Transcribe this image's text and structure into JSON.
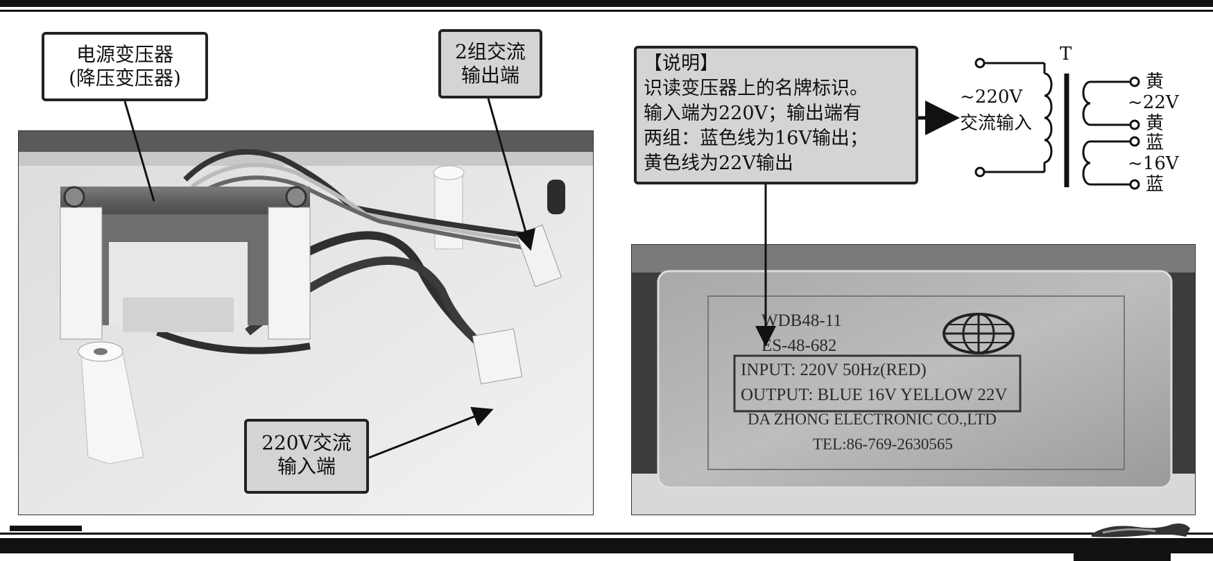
{
  "labels": {
    "transformer": [
      "电源变压器",
      "(降压变压器)"
    ],
    "output_terminal": [
      "2组交流",
      "输出端"
    ],
    "input_terminal": [
      "220V交流",
      "输入端"
    ]
  },
  "note": {
    "lines": [
      "【说明】",
      "识读变压器上的名牌标识。",
      "输入端为220V；输出端有",
      "两组：蓝色线为16V输出；",
      "黄色线为22V输出"
    ]
  },
  "diagram": {
    "designator": "T",
    "input_voltage": "~220V",
    "input_label": "交流输入",
    "out1_top": "黄",
    "out1_voltage": "~22V",
    "out1_bottom": "黄",
    "out2_top": "蓝",
    "out2_voltage": "~16V",
    "out2_bottom": "蓝"
  },
  "nameplate": {
    "model": "WDB48-11",
    "code": "ES-48-682",
    "input": "INPUT: 220V  50Hz(RED)",
    "output": "OUTPUT: BLUE 16V YELLOW 22V",
    "maker": "DA ZHONG ELECTRONIC CO.,LTD",
    "tel": "TEL:86-769-2630565"
  }
}
